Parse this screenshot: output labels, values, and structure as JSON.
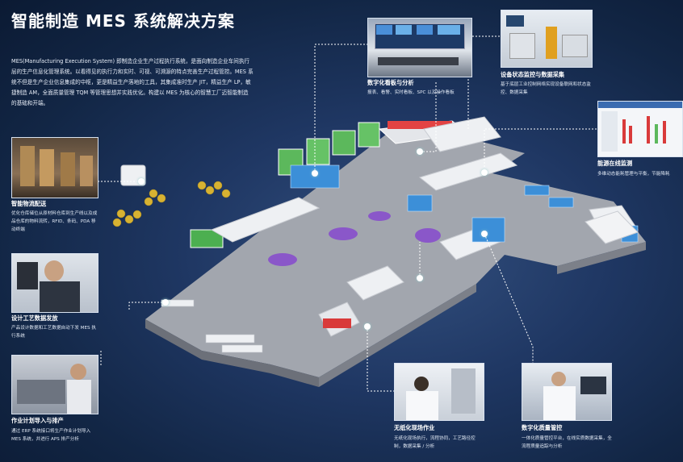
{
  "title": "智能制造 MES 系统解决方案",
  "intro": "MES(Manufacturing Execution System) 即制造企业生产过程执行系统，是面向制造企业车间执行层的生产信息化管理系统。以看得见的执行力和实时、可视、可溯源的特点完善生产过程管控。MES 系统不但是生产企业信息集成的中枢，更是精益生产落地的工具，其集成准时生产 JIT，精益生产 LP，敏捷制造 AM，全面质量管理 TQM 等管理思想并实践优化。构建以 MES 为核心的智慧工厂迈智能制造的基础和开端。",
  "modules": {
    "kanban": {
      "title": "数字化看板与分析",
      "desc": "报表、看警、实时看板、SPC 以及操作看板"
    },
    "equipment": {
      "title": "设备状态监控与数据采集",
      "desc": "基于底层工业控制网络实现设备联网和状态监控、数据采集"
    },
    "energy": {
      "title": "能源在线监测",
      "desc": "多维动态能耗管理与平衡，节能降耗"
    },
    "logistics": {
      "title": "智能物流配送",
      "desc": "优化仓库储位从原材料仓库到生产线以及成品仓库的物料流转，RFID、条码、PDA 移动终端"
    },
    "process": {
      "title": "设计工艺数据发放",
      "desc": "产品设计数据和工艺数据自动下发 MES 执行系统"
    },
    "plan": {
      "title": "作业计划导入与排产",
      "desc": "通过 ERP 系统接口将生产作业计划导入 MES 系统，并进行 APS 排产分析"
    },
    "paperless": {
      "title": "无纸化现场作业",
      "desc": "无纸化现场执行，流程协同，工艺路径控制，数据采集 / 分析"
    },
    "quality": {
      "title": "数字化质量管控",
      "desc": "一体化质量管控平台，在线实质数据采集，全流程质量追踪与分析"
    }
  },
  "colors": {
    "floor": "#9fa3ab",
    "floor_edge": "#6e727a",
    "green": "#5cb85c",
    "blue": "#3c8fd8",
    "purple": "#8a57c9",
    "yellow": "#d7b232",
    "red": "#d93a3a"
  }
}
